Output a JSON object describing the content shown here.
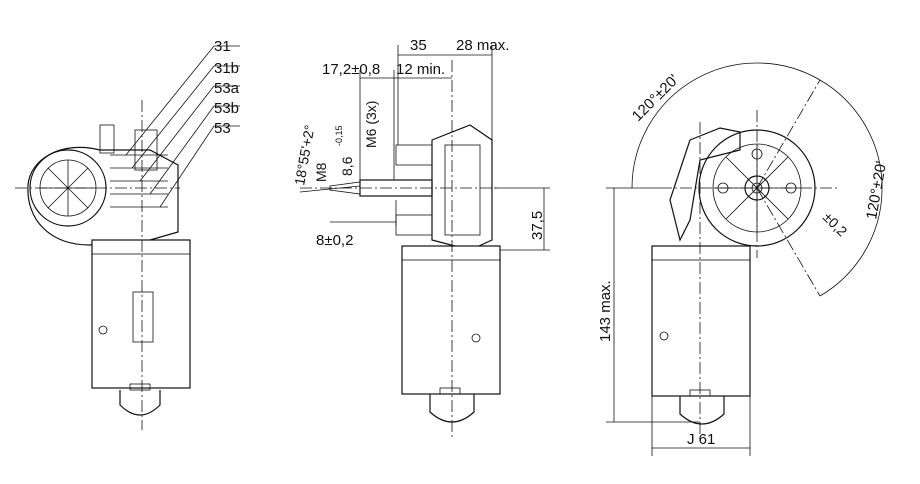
{
  "terminals": [
    "31",
    "31b",
    "53a",
    "53b",
    "53"
  ],
  "dimensions": {
    "d35": "35",
    "d28max": "28 max.",
    "d17_2": "17,2±0,8",
    "d12min": "12 min.",
    "m6": "M6 (3x)",
    "d8_6": "8,6",
    "d8_6_tol": "-0,15",
    "m8": "M8",
    "angle": "18°55'+2°",
    "d8": "8±0,2",
    "d37_5": "37,5",
    "angle120a": "120°±20'",
    "angle120b": "120°±20'",
    "pm02": "±0,2",
    "d143": "143 max.",
    "j61": "J 61"
  }
}
